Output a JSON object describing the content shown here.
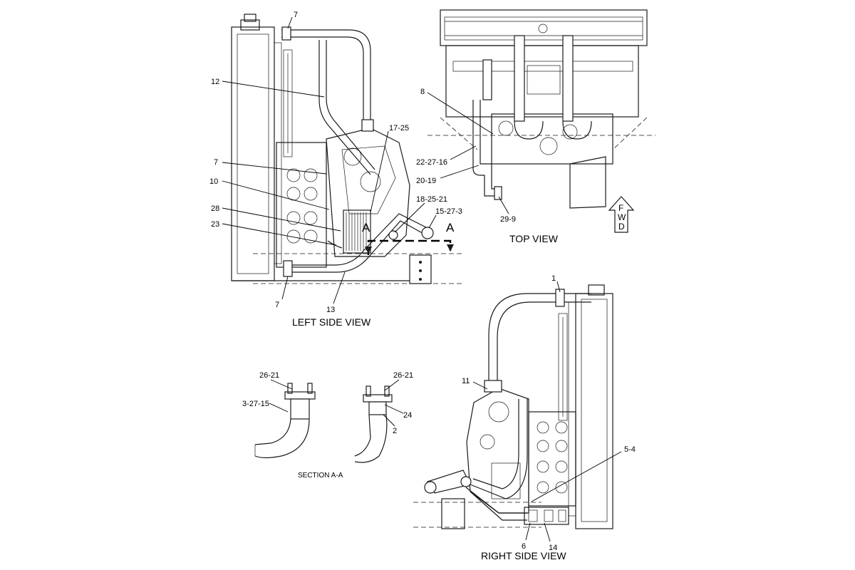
{
  "views": {
    "left_side": "LEFT SIDE VIEW",
    "top": "TOP VIEW",
    "right_side": "RIGHT SIDE VIEW",
    "section": "SECTION A-A"
  },
  "section_marker": "A",
  "fwd_arrow": {
    "line1": "F",
    "line2": "W",
    "line3": "D"
  },
  "callouts": {
    "left_side": {
      "c7_top": "7",
      "c12": "12",
      "c17_25": "17-25",
      "c7_mid": "7",
      "c10": "10",
      "c28": "28",
      "c23": "23",
      "c18_25_21": "18-25-21",
      "c15_27_3": "15-27-3",
      "c7_bottom": "7",
      "c13": "13"
    },
    "top": {
      "c8": "8",
      "c22_27_16": "22-27-16",
      "c20_19": "20-19",
      "c29_9": "29-9"
    },
    "section": {
      "c26_21_left": "26-21",
      "c3_27_15": "3-27-15",
      "c26_21_right": "26-21",
      "c24": "24",
      "c2": "2"
    },
    "right_side": {
      "c1": "1",
      "c11": "11",
      "c5_4": "5-4",
      "c6": "6",
      "c14": "14"
    }
  }
}
